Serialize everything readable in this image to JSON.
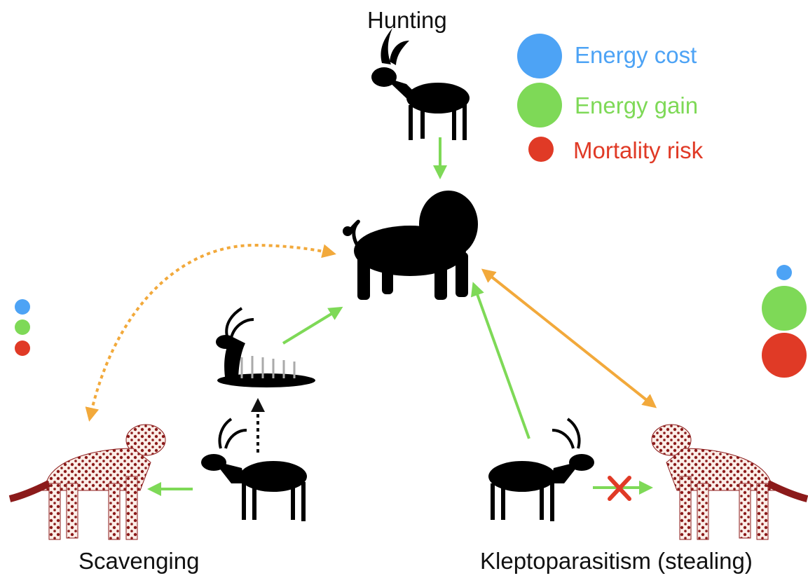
{
  "labels": {
    "hunting": "Hunting",
    "scavenging": "Scavenging",
    "kleptoparasitism": "Kleptoparasitism (stealing)"
  },
  "legend": [
    {
      "text": "Energy cost",
      "color": "#4da3f5"
    },
    {
      "text": "Energy gain",
      "color": "#7ed957"
    },
    {
      "text": "Mortality risk",
      "color": "#e03a26"
    }
  ],
  "colors": {
    "silhouette": "#000000",
    "cheetah": "#8b1a1a",
    "arrow_green": "#7ed957",
    "arrow_orange": "#f2a93b",
    "cross": "#e03a26"
  },
  "icons": [
    "antelope-hunting-icon",
    "lion-icon",
    "antelope-carcass-icon",
    "antelope-scavenge-icon",
    "antelope-klepto-icon",
    "cheetah-left-icon",
    "cheetah-right-icon"
  ]
}
